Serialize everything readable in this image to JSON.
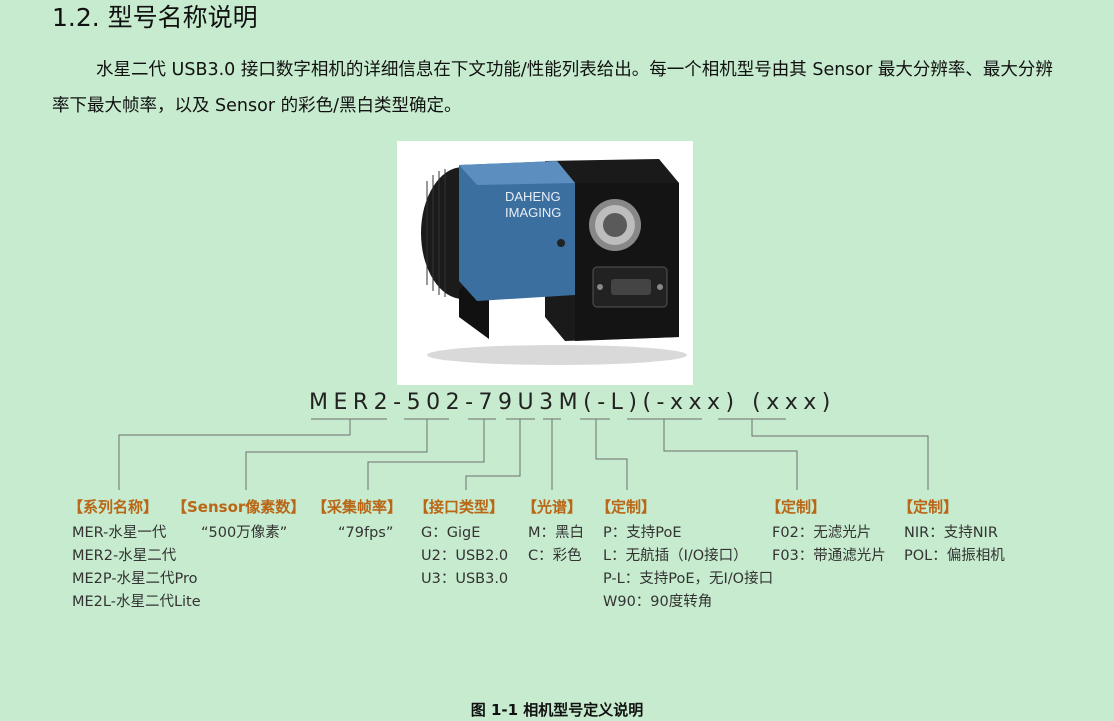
{
  "section": {
    "heading": "1.2. 型号名称说明",
    "paragraph": "水星二代 USB3.0 接口数字相机的详细信息在下文功能/性能列表给出。每一个相机型号由其 Sensor 最大分辨率、最大分辨率下最大帧率，以及 Sensor 的彩色/黑白类型确定。"
  },
  "photo": {
    "brand_line1": "DAHENG",
    "brand_line2": "IMAGING",
    "body_color": "#3b6fa0"
  },
  "model_code": "MER2-502-79U3M(-L)(-xxx) (xxx)",
  "categories": [
    {
      "title": "【系列名称】",
      "values": [
        "MER-水星一代",
        "MER2-水星二代",
        "ME2P-水星二代Pro",
        "ME2L-水星二代Lite"
      ]
    },
    {
      "title": "【Sensor像素数】",
      "values": [
        "“500万像素”"
      ]
    },
    {
      "title": "【采集帧率】",
      "values": [
        "“79fps”"
      ]
    },
    {
      "title": "【接口类型】",
      "values": [
        "G：GigE",
        "U2：USB2.0",
        "U3：USB3.0"
      ]
    },
    {
      "title": "【光谱】",
      "values": [
        "M：黑白",
        "C：彩色"
      ]
    },
    {
      "title": "【定制】",
      "values": [
        "P：支持PoE",
        "L：无航插（I/O接口）",
        "P-L：支持PoE，无I/O接口",
        "W90：90度转角"
      ]
    },
    {
      "title": "【定制】",
      "values": [
        "F02：无滤光片",
        "F03：带通滤光片"
      ]
    },
    {
      "title": "【定制】",
      "values": [
        "NIR：支持NIR",
        "POL：偏振相机"
      ]
    }
  ],
  "caption": "图 1-1 相机型号定义说明",
  "colors": {
    "background": "#c7ebce",
    "category": "#b96616",
    "lines": "#6f6f6f"
  }
}
